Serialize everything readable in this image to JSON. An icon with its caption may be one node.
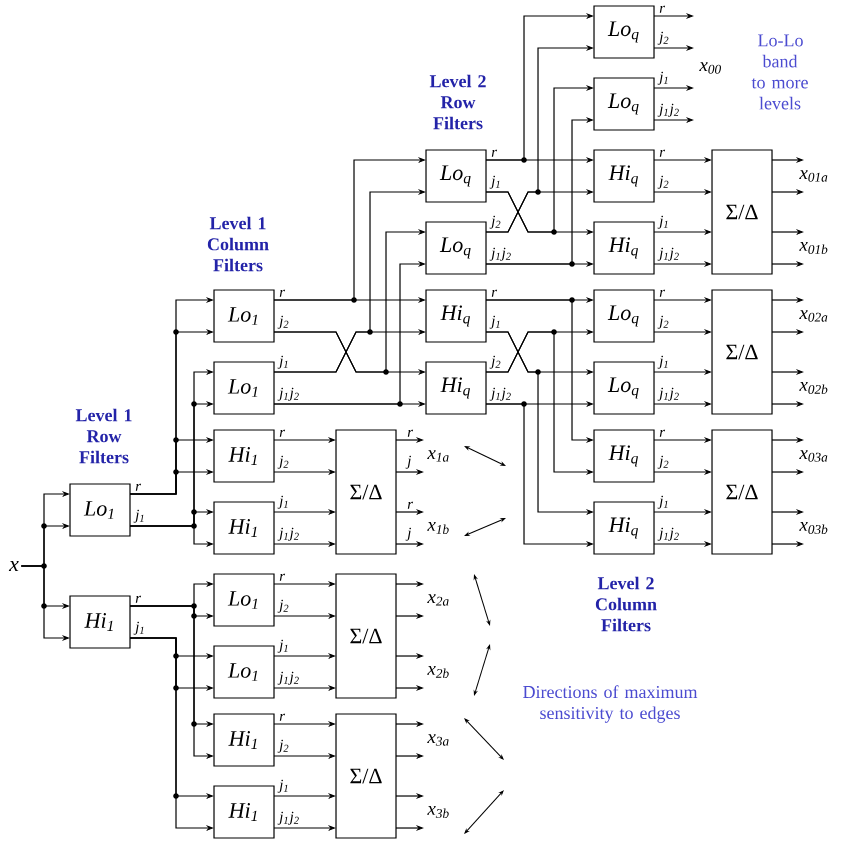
{
  "diagram": {
    "nodes": [
      {
        "text": [
          "x"
        ]
      },
      {
        "text": [
          "Lo$_{1}$"
        ]
      },
      {
        "text": [
          "Hi$_{1}$"
        ]
      },
      {
        "text": [
          "Lo$_{1}$"
        ]
      },
      {
        "text": [
          "Lo$_{1}$"
        ]
      },
      {
        "text": [
          "Hi$_{1}$"
        ]
      },
      {
        "text": [
          "Hi$_{1}$"
        ]
      },
      {
        "text": [
          "Σ/Δ"
        ]
      },
      {
        "text": [
          "Lo$_{1}$"
        ]
      },
      {
        "text": [
          "Lo$_{1}$"
        ]
      },
      {
        "text": [
          "Hi$_{1}$"
        ]
      },
      {
        "text": [
          "Hi$_{1}$"
        ]
      },
      {
        "text": [
          "Σ/Δ"
        ]
      },
      {
        "text": [
          "Σ/Δ"
        ]
      },
      {
        "text": [
          "Lo$_{q}$"
        ]
      },
      {
        "text": [
          "Lo$_{q}$"
        ]
      },
      {
        "text": [
          "Hi$_{q}$"
        ]
      },
      {
        "text": [
          "Hi$_{q}$"
        ]
      },
      {
        "text": [
          "Lo$_{q}$"
        ]
      },
      {
        "text": [
          "Lo$_{q}$"
        ]
      },
      {
        "text": [
          "Hi$_{q}$"
        ]
      },
      {
        "text": [
          "Hi$_{q}$"
        ]
      },
      {
        "text": [
          "Lo$_{q}$"
        ]
      },
      {
        "text": [
          "Lo$_{q}$"
        ]
      },
      {
        "text": [
          "Hi$_{q}$"
        ]
      },
      {
        "text": [
          "Hi$_{q}$"
        ]
      },
      {
        "text": [
          "Σ/Δ"
        ]
      },
      {
        "text": [
          "Σ/Δ"
        ]
      },
      {
        "text": [
          "Σ/Δ"
        ]
      },
      {
        "text": [
          "x$_{00}$"
        ],
        "beside": [
          "Lo-Lo band to more levels"
        ]
      },
      {
        "text": [
          "x$_{01a}$"
        ]
      },
      {
        "text": [
          "x$_{01b}$"
        ]
      },
      {
        "text": [
          "x$_{02a}$"
        ]
      },
      {
        "text": [
          "x$_{02b}$"
        ]
      },
      {
        "text": [
          "x$_{03a}$"
        ]
      },
      {
        "text": [
          "x$_{03b}$"
        ]
      },
      {
        "text": [
          "x$_{1a}$"
        ]
      },
      {
        "text": [
          "x$_{1b}$"
        ]
      },
      {
        "text": [
          "x$_{2a}$"
        ]
      },
      {
        "text": [
          "x$_{2b}$"
        ]
      },
      {
        "text": [
          "x$_{3a}$"
        ]
      },
      {
        "text": [
          "x$_{3b}$"
        ]
      }
    ],
    "edges": [
      {
        "from": 0,
        "to": 1,
        "arrow": "to"
      },
      {
        "from": 0,
        "to": 1,
        "arrow": "to"
      },
      {
        "from": 0,
        "to": 2,
        "arrow": "to"
      },
      {
        "from": 0,
        "to": 2,
        "arrow": "to"
      },
      {
        "from": 1,
        "to": 3,
        "arrow": "to",
        "label": "r"
      },
      {
        "from": 1,
        "to": 3,
        "arrow": "to"
      },
      {
        "from": 1,
        "to": 5,
        "arrow": "to"
      },
      {
        "from": 1,
        "to": 5,
        "arrow": "to"
      },
      {
        "from": 1,
        "to": 4,
        "arrow": "to",
        "label": "j$_{1}$"
      },
      {
        "from": 1,
        "to": 4,
        "arrow": "to"
      },
      {
        "from": 1,
        "to": 6,
        "arrow": "to"
      },
      {
        "from": 1,
        "to": 6,
        "arrow": "to"
      },
      {
        "from": 2,
        "to": 8,
        "arrow": "to",
        "label": "r"
      },
      {
        "from": 2,
        "to": 8,
        "arrow": "to"
      },
      {
        "from": 2,
        "to": 10,
        "arrow": "to"
      },
      {
        "from": 2,
        "to": 10,
        "arrow": "to"
      },
      {
        "from": 2,
        "to": 9,
        "arrow": "to",
        "label": "j$_{1}$"
      },
      {
        "from": 2,
        "to": 9,
        "arrow": "to"
      },
      {
        "from": 2,
        "to": 11,
        "arrow": "to"
      },
      {
        "from": 2,
        "to": 11,
        "arrow": "to"
      },
      {
        "from": 5,
        "to": 7,
        "arrow": "to",
        "label": "r"
      },
      {
        "from": 5,
        "to": 7,
        "arrow": "to",
        "label": "j$_{2}$"
      },
      {
        "from": 6,
        "to": 7,
        "arrow": "to",
        "label": "j$_{1}$"
      },
      {
        "from": 6,
        "to": 7,
        "arrow": "to",
        "label": "j$_{1}$j$_{2}$"
      },
      {
        "from": 8,
        "to": 12,
        "arrow": "to",
        "label": "r"
      },
      {
        "from": 8,
        "to": 12,
        "arrow": "to",
        "label": "j$_{2}$"
      },
      {
        "from": 9,
        "to": 12,
        "arrow": "to",
        "label": "j$_{1}$"
      },
      {
        "from": 9,
        "to": 12,
        "arrow": "to",
        "label": "j$_{1}$j$_{2}$"
      },
      {
        "from": 10,
        "to": 13,
        "arrow": "to",
        "label": "r"
      },
      {
        "from": 10,
        "to": 13,
        "arrow": "to",
        "label": "j$_{2}$"
      },
      {
        "from": 11,
        "to": 13,
        "arrow": "to",
        "label": "j$_{1}$"
      },
      {
        "from": 11,
        "to": 13,
        "arrow": "to",
        "label": "j$_{1}$j$_{2}$"
      },
      {
        "from": 3,
        "to": 14,
        "arrow": "to",
        "label": "r"
      },
      {
        "from": 3,
        "to": 16,
        "arrow": "to"
      },
      {
        "from": 3,
        "to": 15,
        "arrow": "to",
        "label": "j$_{2}$"
      },
      {
        "from": 3,
        "to": 17,
        "arrow": "to"
      },
      {
        "from": 4,
        "to": 14,
        "arrow": "to",
        "label": "j$_{1}$"
      },
      {
        "from": 4,
        "to": 16,
        "arrow": "to"
      },
      {
        "from": 4,
        "to": 15,
        "arrow": "to",
        "label": "j$_{1}$j$_{2}$"
      },
      {
        "from": 4,
        "to": 17,
        "arrow": "to"
      },
      {
        "from": 14,
        "to": 18,
        "arrow": "to",
        "label": "r"
      },
      {
        "from": 14,
        "to": 20,
        "arrow": "to"
      },
      {
        "from": 14,
        "to": 19,
        "arrow": "to",
        "label": "j$_{1}$"
      },
      {
        "from": 14,
        "to": 21,
        "arrow": "to"
      },
      {
        "from": 15,
        "to": 18,
        "arrow": "to",
        "label": "j$_{2}$"
      },
      {
        "from": 15,
        "to": 20,
        "arrow": "to"
      },
      {
        "from": 15,
        "to": 19,
        "arrow": "to",
        "label": "j$_{1}$j$_{2}$"
      },
      {
        "from": 15,
        "to": 21,
        "arrow": "to"
      },
      {
        "from": 16,
        "to": 22,
        "arrow": "to",
        "label": "r"
      },
      {
        "from": 16,
        "to": 24,
        "arrow": "to"
      },
      {
        "from": 16,
        "to": 23,
        "arrow": "to",
        "label": "j$_{1}$"
      },
      {
        "from": 16,
        "to": 25,
        "arrow": "to"
      },
      {
        "from": 17,
        "to": 22,
        "arrow": "to",
        "label": "j$_{2}$"
      },
      {
        "from": 17,
        "to": 24,
        "arrow": "to"
      },
      {
        "from": 17,
        "to": 23,
        "arrow": "to",
        "label": "j$_{1}$j$_{2}$"
      },
      {
        "from": 17,
        "to": 25,
        "arrow": "to"
      },
      {
        "from": 20,
        "to": 26,
        "arrow": "to",
        "label": "r"
      },
      {
        "from": 20,
        "to": 26,
        "arrow": "to",
        "label": "j$_{2}$"
      },
      {
        "from": 21,
        "to": 26,
        "arrow": "to",
        "label": "j$_{1}$"
      },
      {
        "from": 21,
        "to": 26,
        "arrow": "to",
        "label": "j$_{1}$j$_{2}$"
      },
      {
        "from": 22,
        "to": 27,
        "arrow": "to",
        "label": "r"
      },
      {
        "from": 22,
        "to": 27,
        "arrow": "to",
        "label": "j$_{2}$"
      },
      {
        "from": 23,
        "to": 27,
        "arrow": "to",
        "label": "j$_{1}$"
      },
      {
        "from": 23,
        "to": 27,
        "arrow": "to",
        "label": "j$_{1}$j$_{2}$"
      },
      {
        "from": 24,
        "to": 28,
        "arrow": "to",
        "label": "r"
      },
      {
        "from": 24,
        "to": 28,
        "arrow": "to",
        "label": "j$_{2}$"
      },
      {
        "from": 25,
        "to": 28,
        "arrow": "to",
        "label": "j$_{1}$"
      },
      {
        "from": 25,
        "to": 28,
        "arrow": "to",
        "label": "j$_{1}$j$_{2}$"
      },
      {
        "from": 18,
        "to": null,
        "arrow": "to",
        "label": "r"
      },
      {
        "from": 18,
        "to": 29,
        "arrow": "to",
        "label": "j$_{2}$"
      },
      {
        "from": 19,
        "to": 29,
        "arrow": "to",
        "label": "j$_{1}$"
      },
      {
        "from": 19,
        "to": null,
        "arrow": "to",
        "label": "j$_{1}$j$_{2}$"
      },
      {
        "from": 7,
        "to": 36,
        "arrow": "to",
        "label": "r"
      },
      {
        "from": 7,
        "to": 36,
        "arrow": "to",
        "label": "j"
      },
      {
        "from": 7,
        "to": 37,
        "arrow": "to",
        "label": "r"
      },
      {
        "from": 7,
        "to": 37,
        "arrow": "to",
        "label": "j"
      },
      {
        "from": 12,
        "to": 38,
        "arrow": "to"
      },
      {
        "from": 12,
        "to": 38,
        "arrow": "to"
      },
      {
        "from": 12,
        "to": 39,
        "arrow": "to"
      },
      {
        "from": 12,
        "to": 39,
        "arrow": "to"
      },
      {
        "from": 13,
        "to": 40,
        "arrow": "to"
      },
      {
        "from": 13,
        "to": 40,
        "arrow": "to"
      },
      {
        "from": 13,
        "to": 41,
        "arrow": "to"
      },
      {
        "from": 13,
        "to": 41,
        "arrow": "to"
      },
      {
        "from": 26,
        "to": 30,
        "arrow": "to"
      },
      {
        "from": 26,
        "to": 30,
        "arrow": "to"
      },
      {
        "from": 26,
        "to": 31,
        "arrow": "to"
      },
      {
        "from": 26,
        "to": 31,
        "arrow": "to"
      },
      {
        "from": 27,
        "to": 32,
        "arrow": "to"
      },
      {
        "from": 27,
        "to": 32,
        "arrow": "to"
      },
      {
        "from": 27,
        "to": 33,
        "arrow": "to"
      },
      {
        "from": 27,
        "to": 33,
        "arrow": "to"
      },
      {
        "from": 28,
        "to": 34,
        "arrow": "to"
      },
      {
        "from": 28,
        "to": 34,
        "arrow": "to"
      },
      {
        "from": 28,
        "to": 35,
        "arrow": "to"
      },
      {
        "from": 28,
        "to": 35,
        "arrow": "to"
      }
    ],
    "labels": [
      "Level 2 Row Filters",
      "Level 1 Column Filters",
      "Level 1 Row Filters",
      "Level 2 Column Filters",
      "Directions of maximum sensitivity to edges"
    ]
  }
}
